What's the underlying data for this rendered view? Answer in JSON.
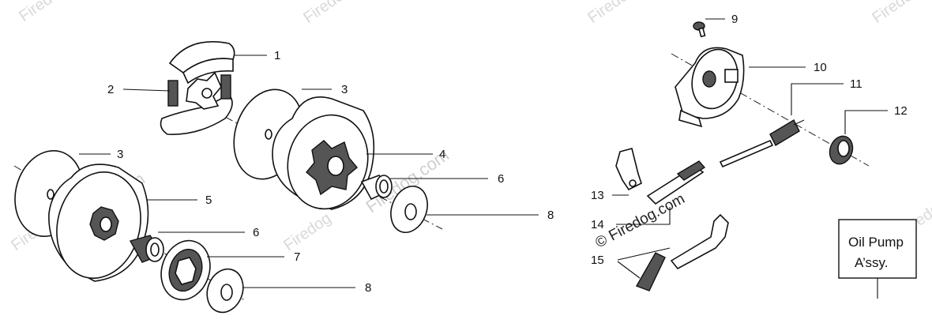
{
  "callouts": [
    {
      "id": "1",
      "label": "1"
    },
    {
      "id": "2",
      "label": "2"
    },
    {
      "id": "3a",
      "label": "3"
    },
    {
      "id": "3b",
      "label": "3"
    },
    {
      "id": "4",
      "label": "4"
    },
    {
      "id": "5",
      "label": "5"
    },
    {
      "id": "6a",
      "label": "6"
    },
    {
      "id": "6b",
      "label": "6"
    },
    {
      "id": "7",
      "label": "7"
    },
    {
      "id": "8a",
      "label": "8"
    },
    {
      "id": "8b",
      "label": "8"
    },
    {
      "id": "9",
      "label": "9"
    },
    {
      "id": "10",
      "label": "10"
    },
    {
      "id": "11",
      "label": "11"
    },
    {
      "id": "12",
      "label": "12"
    },
    {
      "id": "13",
      "label": "13"
    },
    {
      "id": "14",
      "label": "14"
    },
    {
      "id": "15",
      "label": "15"
    }
  ],
  "watermark": {
    "text": "Firedog",
    "text_com": "Firedog.com",
    "copyright": "© Firedog.com"
  },
  "assembly_box": {
    "line1": "Oil Pump",
    "line2": "A’ssy."
  }
}
